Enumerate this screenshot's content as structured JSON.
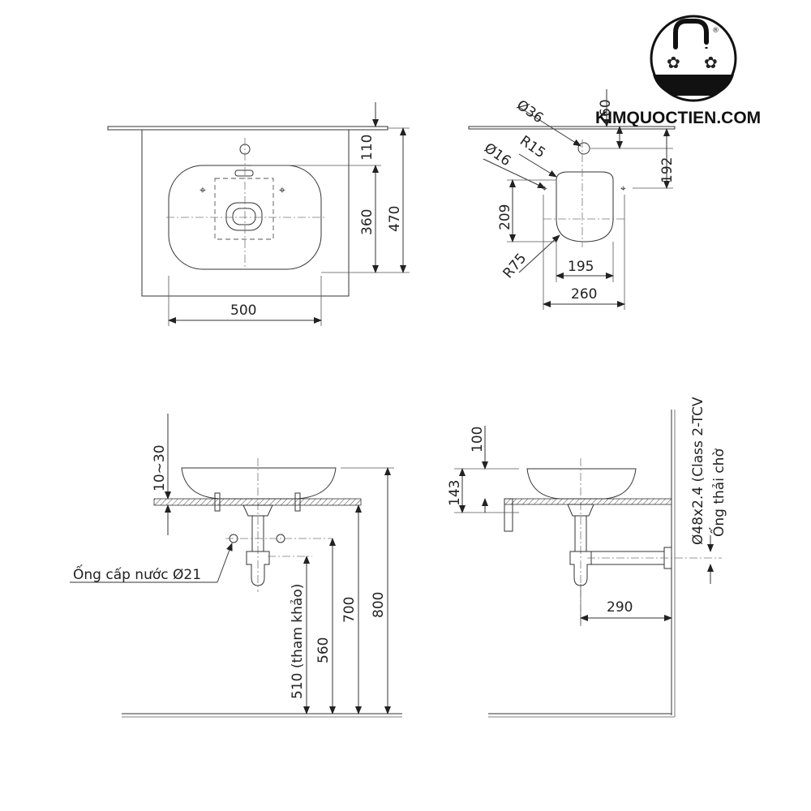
{
  "brand": {
    "name": "KIMQUOCTIEN.COM",
    "registered": "®",
    "colors": {
      "logo": "#111111",
      "water": "#111111"
    }
  },
  "top_view": {
    "width": "500",
    "depth": "470",
    "bowl_depth": "360",
    "tap_offset": "110"
  },
  "side_view": {
    "tap_hole_dia": "Ø36",
    "fixing_hole_dia": "Ø16",
    "corner_radius": "R15",
    "bottom_radius": "R75",
    "offset_top": "60",
    "offset_side": "192",
    "bowl_height": "209",
    "base_width": "195",
    "overall_width": "260"
  },
  "front_elevation": {
    "counter_gap": "10~30",
    "supply_pipe_label": "Ống cấp nước Ø21",
    "drain_height_ref": "510 (tham khảo)",
    "supply_height": "560",
    "counter_height": "700",
    "overall_height": "800"
  },
  "side_elevation": {
    "bowl_height": "100",
    "upper_height": "143",
    "waste_pipe_spec": "Ø48x2.4 (Class 2-TCV",
    "waste_pipe_label": "Ống thải chờ",
    "wall_offset": "290"
  }
}
